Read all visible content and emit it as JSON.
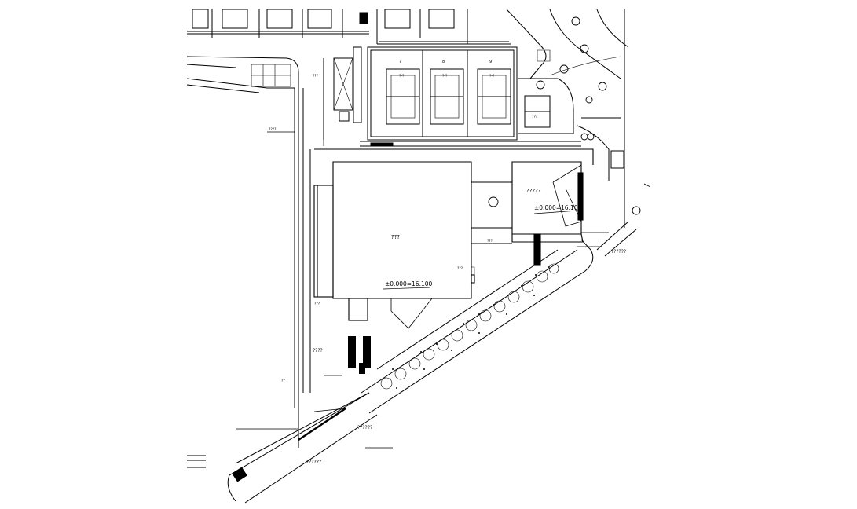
{
  "drawing": {
    "main_building_label": "???",
    "main_building_elevation": "±0.000=16.100",
    "annex_label": "?????",
    "annex_elevation": "±0.000=16.100",
    "court_numbers": [
      "7",
      "8",
      "9"
    ],
    "court_labels": [
      "?-?",
      "?-?",
      "?-?",
      "???"
    ],
    "side_label_left": "????",
    "side_label_right": "??????",
    "entrance_label": "??????",
    "bottom_label": "??????",
    "small_marks": [
      "???",
      "???",
      "??",
      "???",
      "???",
      "????"
    ]
  }
}
